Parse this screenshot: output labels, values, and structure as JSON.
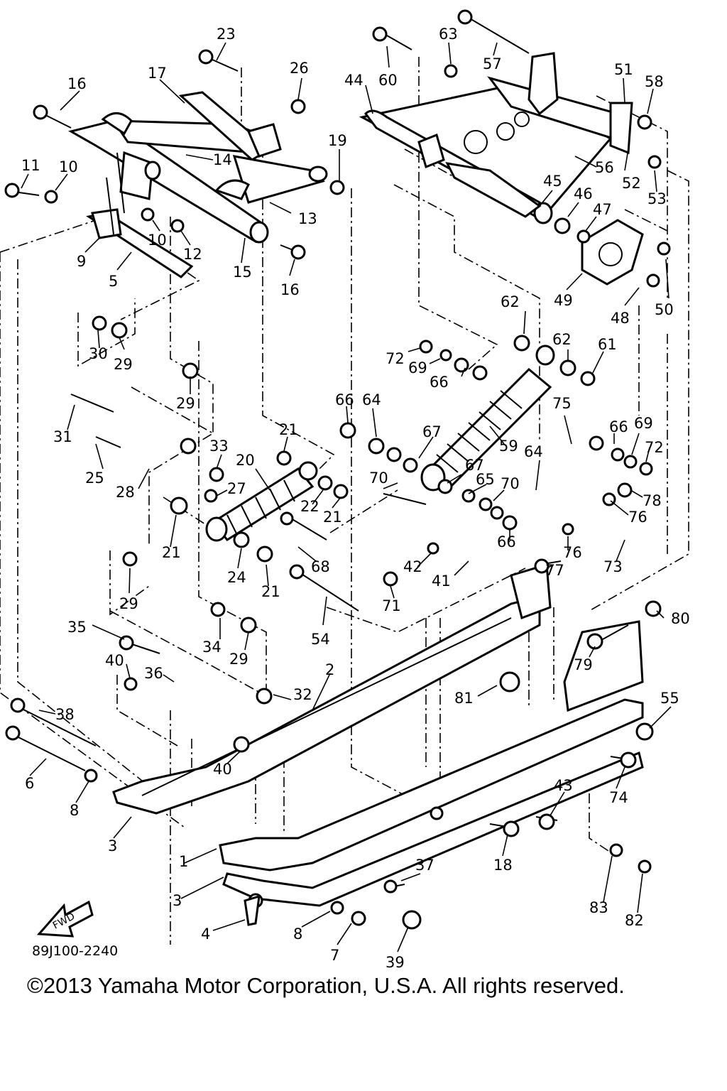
{
  "diagram": {
    "code": "89J100-2240",
    "fwd_label": "FWD",
    "copyright": "©2013 Yamaha Motor Corporation, U.S.A. All rights reserved."
  },
  "callouts": [
    "23",
    "17",
    "16",
    "26",
    "44",
    "60",
    "63",
    "57",
    "51",
    "58",
    "19",
    "11",
    "10",
    "14",
    "56",
    "52",
    "53",
    "45",
    "46",
    "47",
    "13",
    "10",
    "12",
    "9",
    "5",
    "15",
    "16",
    "49",
    "48",
    "50",
    "62",
    "30",
    "29",
    "72",
    "69",
    "66",
    "62",
    "61",
    "29",
    "66",
    "64",
    "75",
    "66",
    "69",
    "31",
    "21",
    "67",
    "72",
    "25",
    "33",
    "59",
    "64",
    "20",
    "67",
    "28",
    "27",
    "70",
    "65",
    "70",
    "78",
    "22",
    "21",
    "76",
    "21",
    "68",
    "66",
    "76",
    "42",
    "41",
    "77",
    "73",
    "29",
    "24",
    "21",
    "71",
    "35",
    "34",
    "29",
    "54",
    "80",
    "40",
    "36",
    "2",
    "79",
    "81",
    "32",
    "55",
    "38",
    "40",
    "6",
    "43",
    "74",
    "8",
    "3",
    "18",
    "1",
    "37",
    "3",
    "83",
    "82",
    "4",
    "8",
    "7",
    "39"
  ]
}
